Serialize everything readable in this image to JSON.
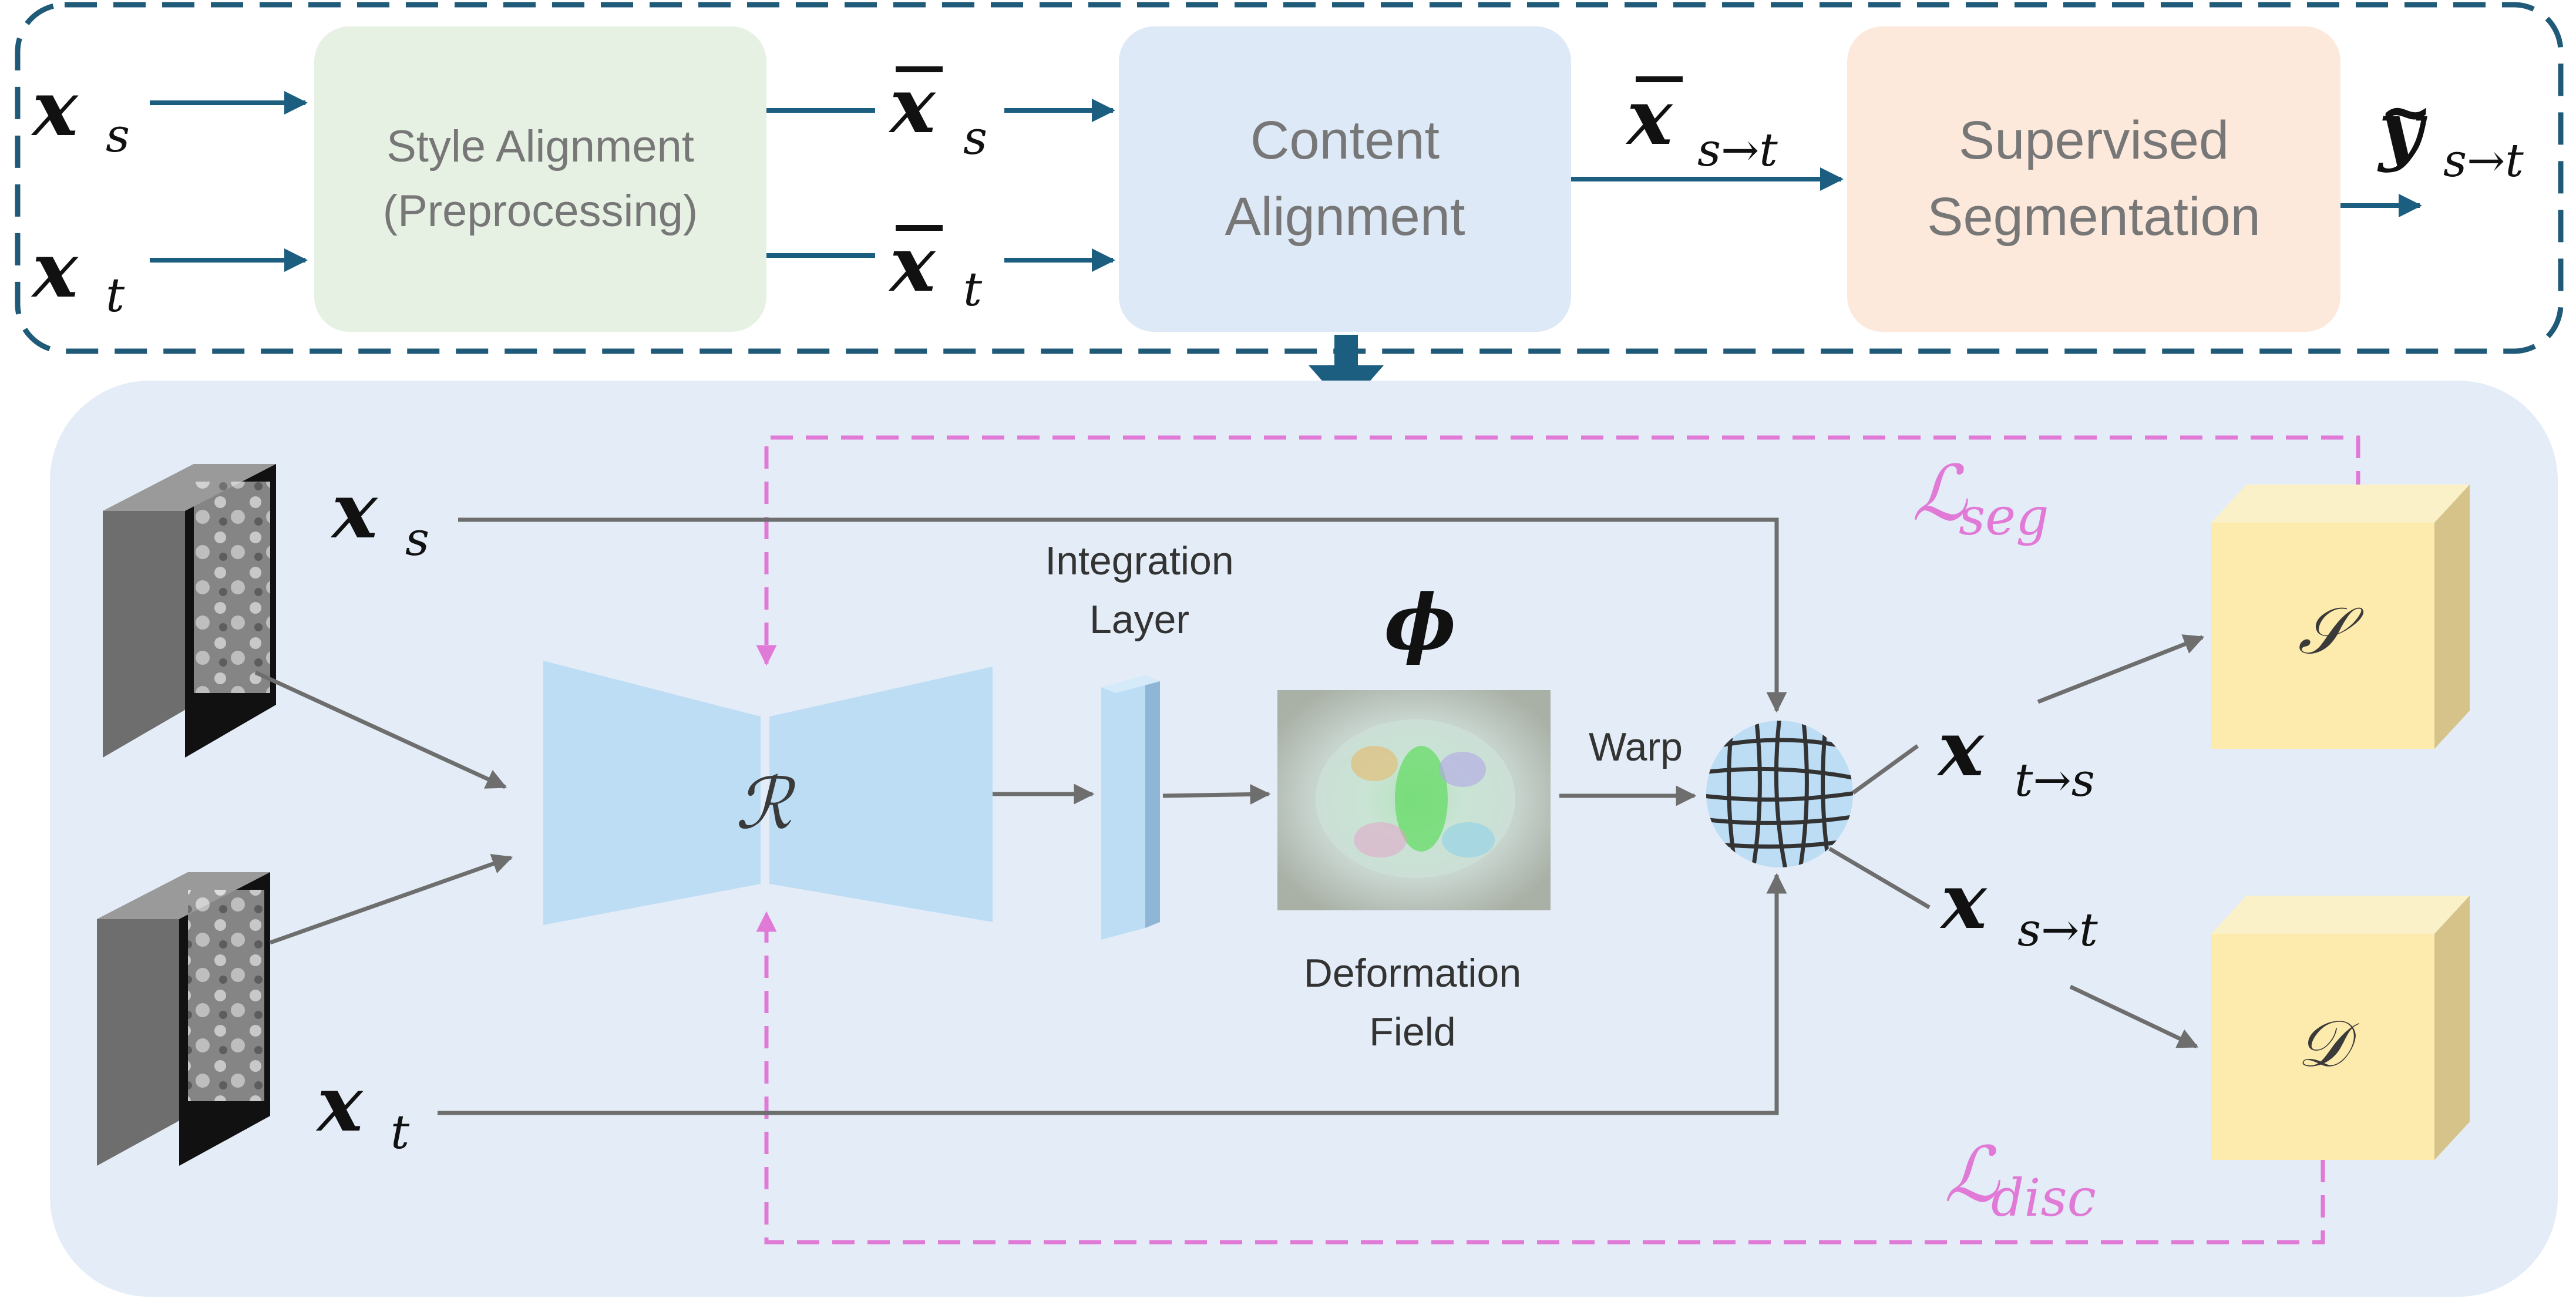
{
  "pipeline": {
    "inputs": {
      "xs_base": "𝒙",
      "xs_sub": "s",
      "xt_base": "𝒙",
      "xt_sub": "t"
    },
    "style_alignment": {
      "line1": "Style Alignment",
      "line2": "(Preprocessing)"
    },
    "style_outputs": {
      "xs_bar_sub": "s",
      "xt_bar_sub": "t"
    },
    "content_alignment": {
      "line1": "Content",
      "line2": "Alignment"
    },
    "content_output_sub": "s→t",
    "supervised_segmentation": {
      "line1": "Supervised",
      "line2": "Segmentation"
    },
    "final_output_sub": "s→t"
  },
  "detail": {
    "registration_net": "ℛ",
    "integration_layer": {
      "line1": "Integration",
      "line2": "Layer"
    },
    "phi": "ϕ",
    "deformation_field": {
      "line1": "Deformation",
      "line2": "Field"
    },
    "warp": "Warp",
    "x_t_to_s_sub": "t→s",
    "x_s_to_t_sub": "s→t",
    "segmenter": "𝒮",
    "discriminator": "𝒟",
    "loss_seg": {
      "base": "ℒ",
      "sub": "seg"
    },
    "loss_disc": {
      "base": "ℒ",
      "sub": "disc"
    },
    "input_s_sub": "s",
    "input_t_sub": "t"
  },
  "colors": {
    "pipeline_border": "#1f5a78",
    "arrow_blue": "#1b5e80",
    "style_box": "#e6f1e4",
    "content_box": "#dde9f6",
    "seg_box": "#fde9dc",
    "detail_bg": "#e4edf7",
    "network": "#bdddf5",
    "loss_pink": "#e07ad6",
    "cube_front": "#fdeaad",
    "cube_side": "#d6c389",
    "gray_arrow": "#6e6e6e"
  }
}
